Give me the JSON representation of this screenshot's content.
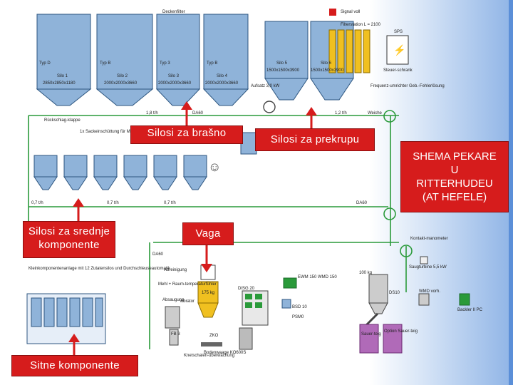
{
  "callouts": {
    "silosi_brasno": "Silosi za brašno",
    "silosi_prekrupa": "Silosi za prekrupu",
    "silosi_srednje": "Silosi za srednje komponente",
    "vaga": "Vaga",
    "sitne_komponente": "Sitne komponente"
  },
  "title_box": {
    "lines": [
      "SHEMA PEKARE",
      "U",
      "RITTERHUDEU",
      "(AT HEFELE)"
    ]
  },
  "schematic": {
    "deckenfilter": "Deckenfilter",
    "signal_voll": "Signal voll",
    "filterstation": "Filterstation L = 2100",
    "sps": "SPS",
    "steuerschrank": "Steuer-schrank",
    "frequenzumrichter": "Frequenz-umrichter Geb.-Fehlerlösung",
    "silo_types": [
      "Typ D",
      "Typ B",
      "Typ 3",
      "Typ B"
    ],
    "silo_names": [
      "Silo 1",
      "Silo 2",
      "Silo 3",
      "Silo 4",
      "Silo 5",
      "Silo 6"
    ],
    "silo_dims": [
      "2850x2850x1180",
      "2000x2000x3660",
      "2000x2000x3660",
      "2000x2000x3660",
      "1500x1500x3900",
      "1500x1500x3900"
    ],
    "aufsatz": "Aufsatz 3,0 kW",
    "weiche": "Weiche",
    "rueckschlag": "Rückschlag-klappe",
    "sackeinschuettung": "1x Sackeinschüttung für Mittelkomponenten mit Vibroboden VB 500",
    "flow_rates": [
      "1,8 t/h",
      "1,2 t/h",
      "0,7 t/h",
      "0,7 t/h",
      "0,7 t/h"
    ],
    "da_labels": [
      "DA60",
      "DA60",
      "DA60"
    ],
    "abreinigung": "Abreinigung",
    "mehl_raum": "Mehl + Raum-temperaturfühler",
    "vibrator": "Vibrator",
    "absaugung": "Absaugung",
    "fb": "FB 3",
    "zko": "ZKO",
    "kleinkomponenten": "Kleinkomponentenanlage mit 12 Zutatensilos und Durchschleuseautomatik",
    "knetschalen": "Knetschalen-überwachung",
    "bodenwaage": "Bodenwaage KO600S",
    "ewm": "EWM 150 WMD 150",
    "disg": "DISG 20",
    "bsd": "BSD 10",
    "psm": "PSM0",
    "kg175": "175 kg",
    "kg100": "100 kg",
    "ds10": "DS10",
    "wmd": "WMD vorh.",
    "sauergut": "Sauer-teig",
    "option_sauer": "Option Sauer-teig",
    "kontakt": "Kontakt-manometer",
    "saugturbine": "Saugturbine 5,5 kW",
    "backler": "Backler II PC"
  }
}
